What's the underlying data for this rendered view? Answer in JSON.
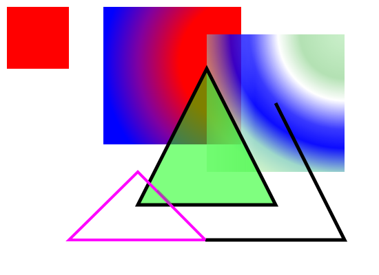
{
  "colors": {
    "background": "#ffffff",
    "red_square": "#ff0000",
    "green_fill": "#00ff00",
    "outline_black": "#000000",
    "outline_magenta": "#ff00ff",
    "gradient_blue": "#0000ff",
    "gradient_red": "#ff0000",
    "gradient_light_green": "#c8f0c8"
  },
  "shapes": [
    {
      "id": "red-square",
      "kind": "rect"
    },
    {
      "id": "radial-gradient-square-blue-red",
      "kind": "rect"
    },
    {
      "id": "radial-gradient-square-translucent",
      "kind": "rect"
    },
    {
      "id": "green-triangle",
      "kind": "polygon"
    },
    {
      "id": "magenta-triangle",
      "kind": "polyline"
    },
    {
      "id": "black-open-path",
      "kind": "polyline"
    }
  ]
}
